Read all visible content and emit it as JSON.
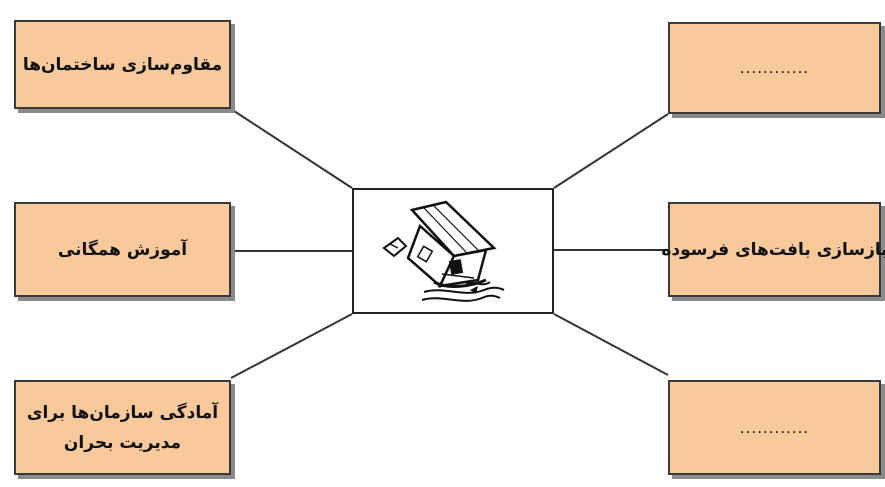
{
  "diagram": {
    "center": {
      "icon": "collapsing-house-flood-icon"
    },
    "left_boxes": [
      {
        "label": "مقاوم‌سازی ساختمان‌ها"
      },
      {
        "label": "آموزش همگانی"
      },
      {
        "label_line1": "آمادگی سازمان‌ها برای",
        "label_line2": "مدیریت بحران"
      }
    ],
    "right_boxes": [
      {
        "label": "............"
      },
      {
        "label": "بازسازی بافت‌های فرسوده"
      },
      {
        "label": "............"
      }
    ]
  }
}
